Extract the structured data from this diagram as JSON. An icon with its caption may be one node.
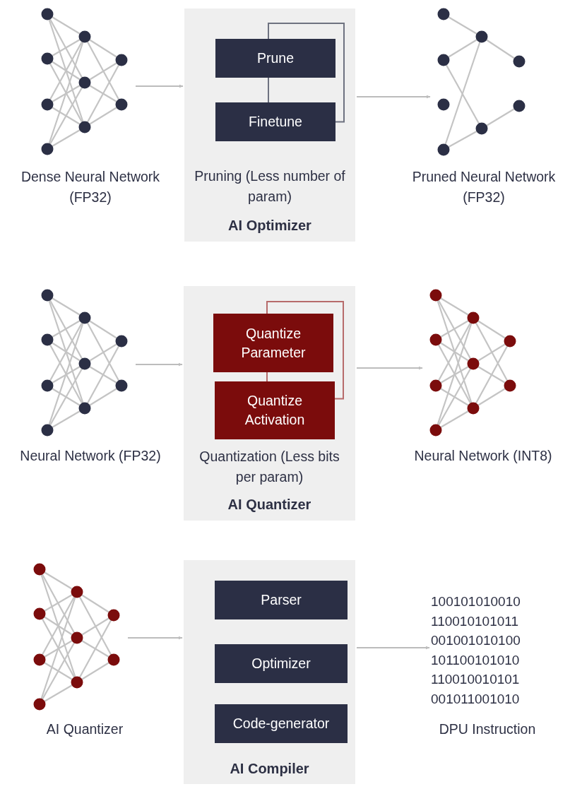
{
  "diagram": {
    "nodes": [
      {
        "text": [],
        "shape": "picture",
        "beside": [
          "Dense Neural Network (FP32)"
        ]
      },
      {
        "text": [
          "Pruning (Less number of param)",
          "AI Optimizer"
        ]
      },
      {
        "text": [
          "Prune"
        ],
        "in": 1
      },
      {
        "text": [
          "Finetune"
        ],
        "in": 1
      },
      {
        "text": [],
        "shape": "picture",
        "beside": [
          "Pruned Neural Network (FP32)"
        ]
      },
      {
        "text": [],
        "shape": "picture",
        "beside": [
          "Neural Network (FP32)"
        ]
      },
      {
        "text": [
          "Quantization (Less bits per param)",
          "AI Quantizer"
        ]
      },
      {
        "text": [
          "Quantize Parameter"
        ],
        "in": 6
      },
      {
        "text": [
          "Quantize Activation"
        ],
        "in": 6
      },
      {
        "text": [],
        "shape": "picture",
        "beside": [
          "Neural Network (INT8)"
        ]
      },
      {
        "text": [],
        "shape": "picture",
        "beside": [
          "AI Quantizer"
        ]
      },
      {
        "text": [
          "AI Compiler"
        ]
      },
      {
        "text": [
          "Parser"
        ],
        "in": 11
      },
      {
        "text": [
          "Optimizer"
        ],
        "in": 11
      },
      {
        "text": [
          "Code-generator"
        ],
        "in": 11
      },
      {
        "text": [
          "100101010010 110010101011 001001010100 101100101010 110010010101 001011001010"
        ],
        "beside": [
          "DPU Instruction"
        ]
      }
    ],
    "edges": [
      {
        "from": 0,
        "to": 1,
        "arrow": "to"
      },
      {
        "from": 1,
        "to": 4,
        "arrow": "to"
      },
      {
        "from": 2,
        "to": 3,
        "arrow": "none",
        "color": "#6e7280"
      },
      {
        "from": 3,
        "to": 2,
        "arrow": "none",
        "color": "#6e7280"
      },
      {
        "from": 5,
        "to": 6,
        "arrow": "to"
      },
      {
        "from": 6,
        "to": 9,
        "arrow": "to"
      },
      {
        "from": 7,
        "to": 8,
        "arrow": "none",
        "color": "#b76b6b"
      },
      {
        "from": 8,
        "to": 7,
        "arrow": "none",
        "color": "#b76b6b"
      },
      {
        "from": 10,
        "to": 11,
        "arrow": "to"
      },
      {
        "from": 11,
        "to": 15,
        "arrow": "to"
      }
    ]
  }
}
